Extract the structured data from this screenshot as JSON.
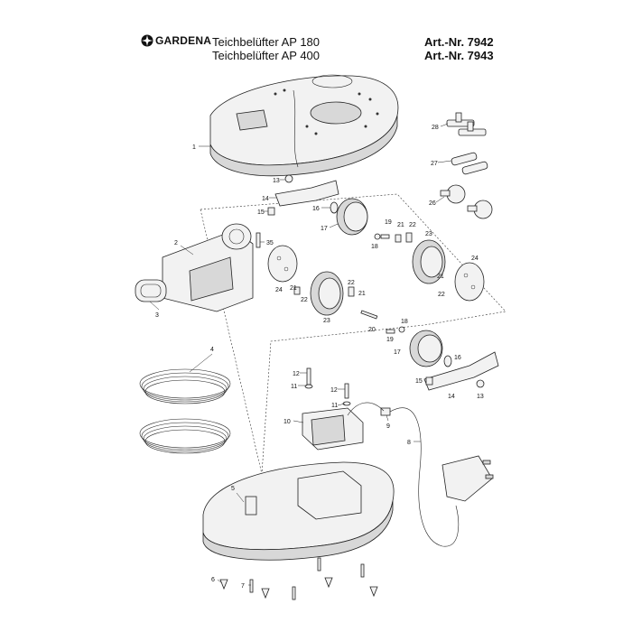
{
  "header": {
    "brand": "GARDENA",
    "title_line1": "Teichbelüfter AP 180",
    "title_line2": "Teichbelüfter AP 400",
    "art_line1": "Art.-Nr. 7942",
    "art_line2": "Art.-Nr. 7943"
  },
  "labels": {
    "l1": "1",
    "l2": "2",
    "l3": "3",
    "l4": "4",
    "l5": "5",
    "l6": "6",
    "l7": "7",
    "l8": "8",
    "l9": "9",
    "l10": "10",
    "l11a": "11",
    "l11b": "11",
    "l12a": "12",
    "l12b": "12",
    "l13a": "13",
    "l13b": "13",
    "l14a": "14",
    "l14b": "14",
    "l15a": "15",
    "l15b": "15",
    "l16a": "16",
    "l16b": "16",
    "l17a": "17",
    "l17b": "17",
    "l18a": "18",
    "l18b": "18",
    "l19a": "19",
    "l19b": "19",
    "l20": "20",
    "l21a": "21",
    "l21b": "21",
    "l21c": "21",
    "l21d": "21",
    "l22a": "22",
    "l22b": "22",
    "l22c": "22",
    "l22d": "22",
    "l23a": "23",
    "l23b": "23",
    "l24a": "24",
    "l24b": "24",
    "l26": "26",
    "l27": "27",
    "l28": "28",
    "l35": "35"
  }
}
